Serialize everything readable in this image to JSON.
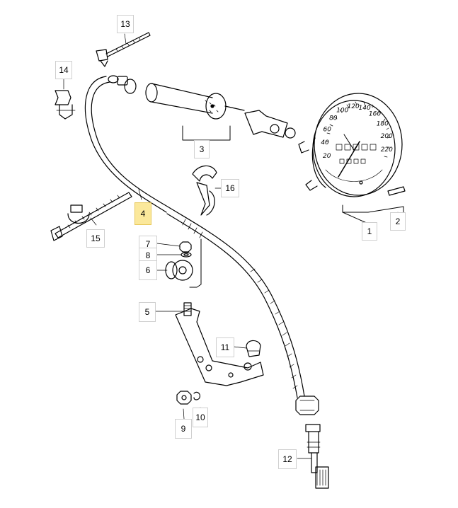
{
  "diagram": {
    "highlight_color": "#fbe89b",
    "callouts": [
      {
        "id": "1",
        "label": "1"
      },
      {
        "id": "2",
        "label": "2"
      },
      {
        "id": "3",
        "label": "3"
      },
      {
        "id": "4",
        "label": "4",
        "highlighted": true
      },
      {
        "id": "5",
        "label": "5"
      },
      {
        "id": "6",
        "label": "6"
      },
      {
        "id": "7",
        "label": "7"
      },
      {
        "id": "8",
        "label": "8"
      },
      {
        "id": "9",
        "label": "9"
      },
      {
        "id": "10",
        "label": "10"
      },
      {
        "id": "11",
        "label": "11"
      },
      {
        "id": "12",
        "label": "12"
      },
      {
        "id": "13",
        "label": "13"
      },
      {
        "id": "14",
        "label": "14"
      },
      {
        "id": "15",
        "label": "15"
      },
      {
        "id": "16",
        "label": "16"
      }
    ],
    "speedometer_scale": [
      "20",
      "40",
      "60",
      "80",
      "100",
      "120",
      "140",
      "160",
      "180",
      "200",
      "220"
    ]
  }
}
